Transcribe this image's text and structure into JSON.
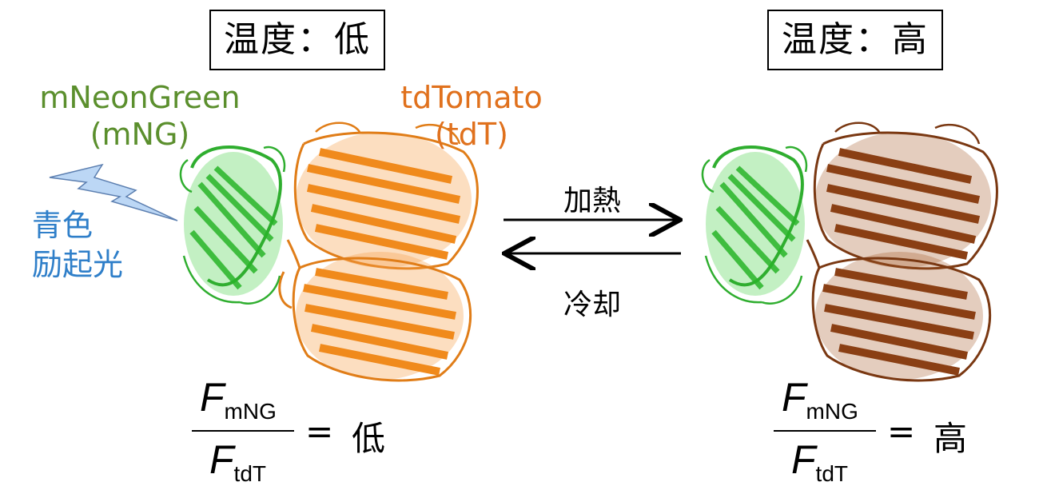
{
  "left": {
    "temperature_label": "温度：低",
    "green_name": "mNeonGreen",
    "green_abbr": "(mNG)",
    "orange_name": "tdTomato",
    "orange_abbr": "(tdT)",
    "excitation_line1": "青色",
    "excitation_line2": "励起光",
    "ratio_result": "低"
  },
  "right": {
    "temperature_label": "温度：高",
    "ratio_result": "高"
  },
  "arrows": {
    "forward_label": "加熱",
    "reverse_label": "冷却"
  },
  "ratio": {
    "numerator_symbol": "F",
    "numerator_sub": "mNG",
    "denominator_symbol": "F",
    "denominator_sub": "tdT",
    "equals": "="
  },
  "colors": {
    "green": "#3fc63f",
    "orange": "#f08a1c",
    "brown": "#8a3f14",
    "label_green": "#5b8f2d",
    "label_orange": "#e0711d",
    "label_blue": "#2f7fc9",
    "lightning": "#bcd7f5"
  },
  "icons": [
    "lightning-icon",
    "protein-structure-icon",
    "arrow-right-icon",
    "arrow-left-icon"
  ]
}
